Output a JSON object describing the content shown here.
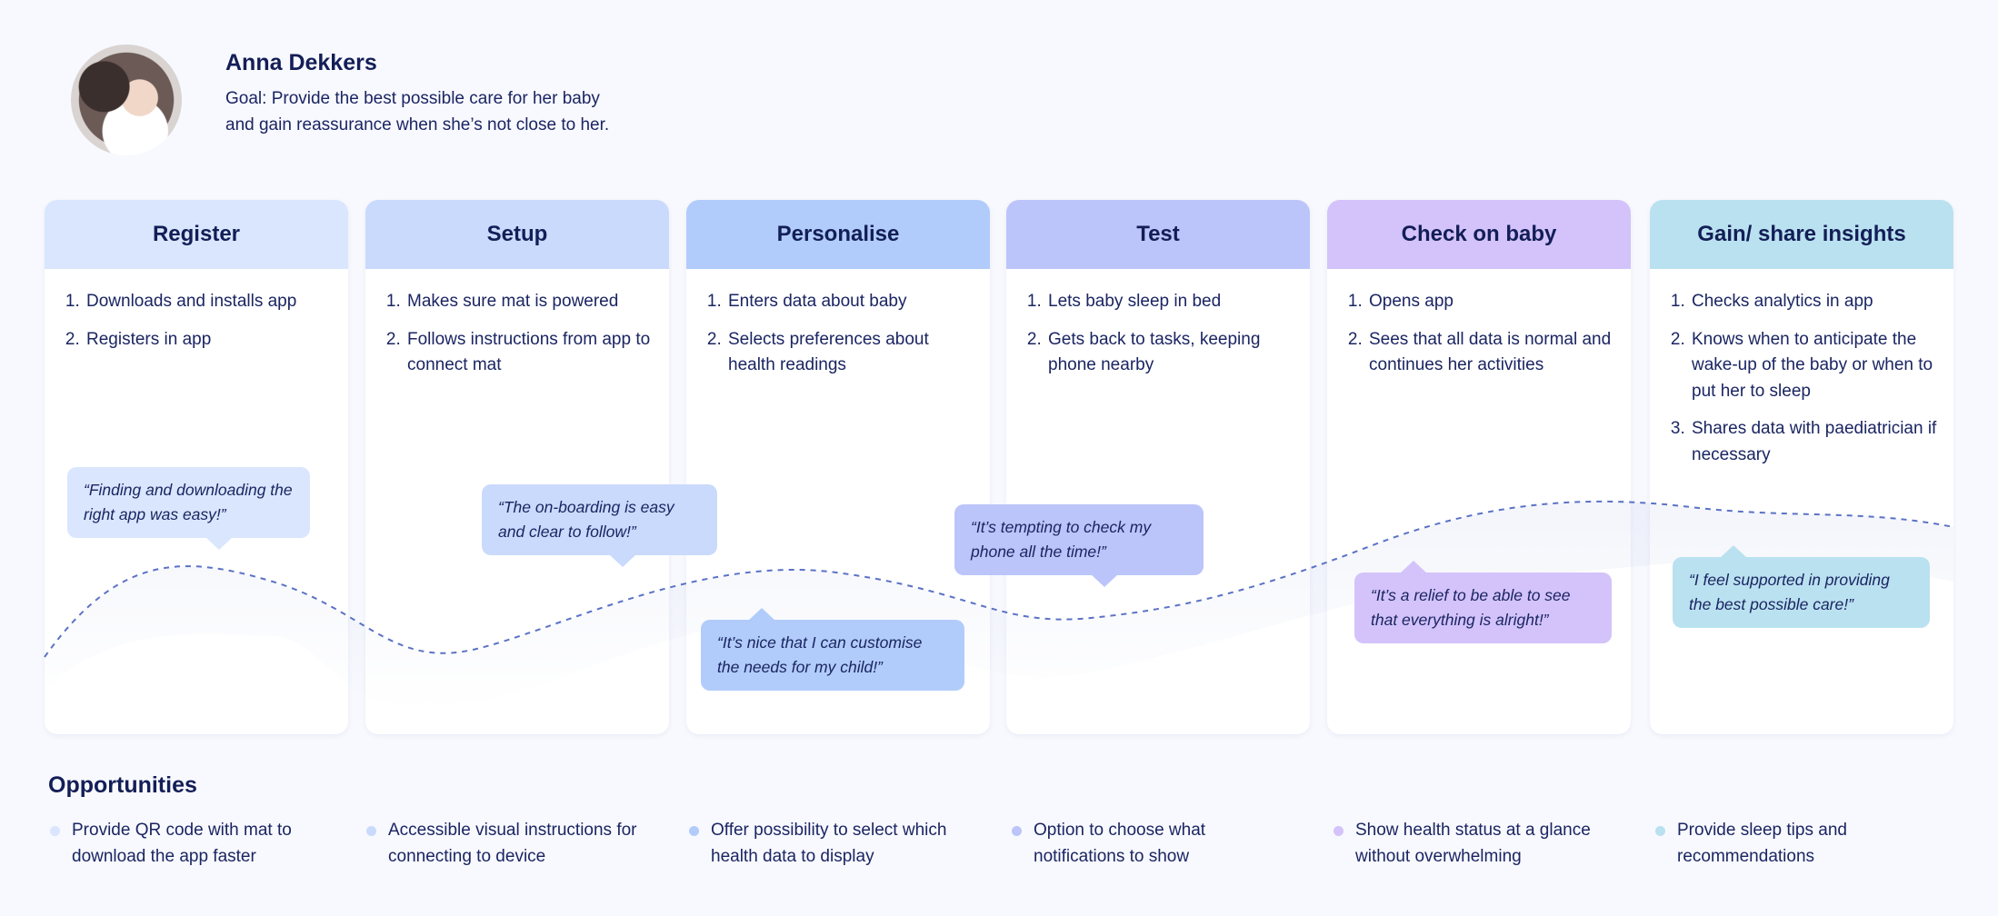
{
  "persona": {
    "name": "Anna Dekkers",
    "goal": "Goal: Provide the best possible care for her baby and gain reassurance when she’s not close to her."
  },
  "stages": [
    {
      "title": "Register",
      "color": "#d9e6fd",
      "steps": [
        "Downloads and installs app",
        "Registers in app"
      ]
    },
    {
      "title": "Setup",
      "color": "#c9dafc",
      "steps": [
        "Makes sure mat is powered",
        "Follows instructions from app to connect mat"
      ]
    },
    {
      "title": "Personalise",
      "color": "#b1ccfb",
      "steps": [
        "Enters data about baby",
        "Selects preferences about health readings"
      ]
    },
    {
      "title": "Test",
      "color": "#bcc5fa",
      "steps": [
        "Lets baby sleep in bed",
        "Gets back to tasks, keeping phone nearby"
      ]
    },
    {
      "title": "Check on baby",
      "color": "#d3c3fa",
      "steps": [
        "Opens app",
        "Sees that all data is normal and continues her activities"
      ]
    },
    {
      "title": "Gain/ share insights",
      "color": "#bae1f0",
      "steps": [
        "Checks analytics in app",
        "Knows when to anticipate the wake-up of the baby or when to put her to sleep",
        "Shares data with paediatrician if necessary"
      ]
    }
  ],
  "quotes": [
    {
      "text": "“Finding and downloading the right app was easy!”",
      "color": "#d9e6fd",
      "tail": "down"
    },
    {
      "text": "“The on-boarding is easy and clear to follow!”",
      "color": "#c9dafc",
      "tail": "down"
    },
    {
      "text": "“It’s nice that I can customise the needs for my child!”",
      "color": "#b1ccfb",
      "tail": "up"
    },
    {
      "text": "“It’s tempting to check my phone all the time!”",
      "color": "#bcc5fa",
      "tail": "down"
    },
    {
      "text": "“It’s a relief to be able to see that everything is alright!”",
      "color": "#d3c3fa",
      "tail": "up"
    },
    {
      "text": "“I feel supported in providing the best possible care!”",
      "color": "#bae1f0",
      "tail": "up"
    }
  ],
  "opportunities": {
    "title": "Opportunities",
    "items": [
      {
        "text": "Provide QR code with mat to download the app faster",
        "color": "#d9e6fd"
      },
      {
        "text": "Accessible visual instructions for connecting to device",
        "color": "#c9dafc"
      },
      {
        "text": "Offer possibility to select which health data to display",
        "color": "#b1ccfb"
      },
      {
        "text": "Option to choose what notifications to show",
        "color": "#bcc5fa"
      },
      {
        "text": "Show health status at a glance without overwhelming",
        "color": "#d3c3fa"
      },
      {
        "text": "Provide sleep tips and recommendations",
        "color": "#bae1f0"
      }
    ]
  }
}
